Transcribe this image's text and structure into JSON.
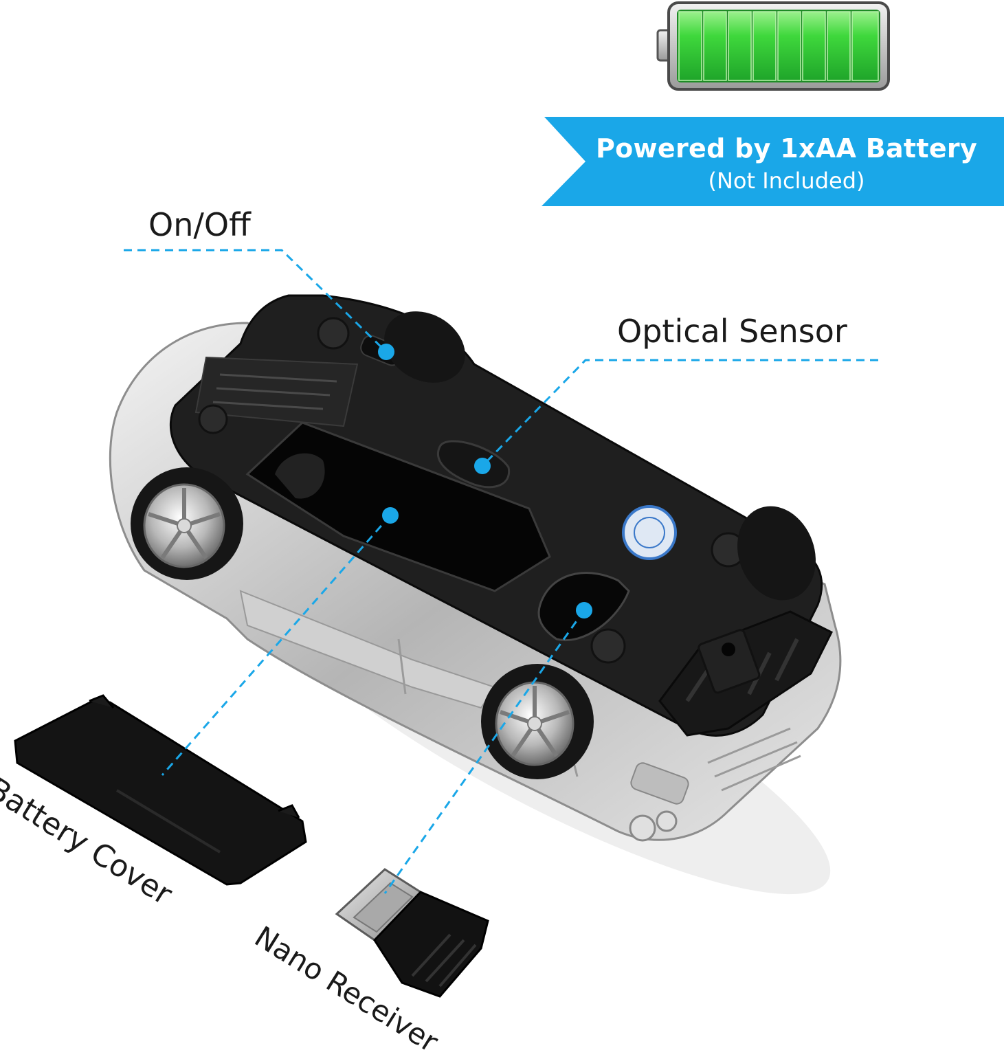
{
  "banner": {
    "title": "Powered by 1xAA Battery",
    "subtitle": "(Not Included)",
    "color": "#1aa7e8"
  },
  "callouts": {
    "on_off": "On/Off",
    "optical_sensor": "Optical Sensor",
    "battery_cover": "Battery Cover",
    "nano_receiver": "Nano Receiver"
  },
  "colors": {
    "battery_green": "#3cd43a",
    "leader_line": "#1aa7e8",
    "mouse_body": "#1c1c1c",
    "chrome": "#c9c9c9"
  },
  "icons": [
    "battery-full-icon"
  ]
}
